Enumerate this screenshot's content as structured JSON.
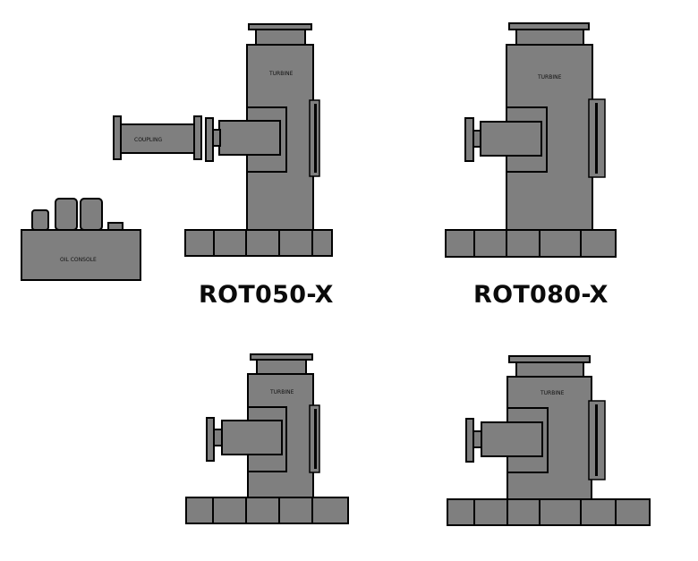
{
  "diagram": {
    "labels": {
      "turbine": "TURBINE",
      "coupling": "COUPLING",
      "oil_console": "OIL CONSOLE"
    },
    "models": [
      "ROT050-X",
      "ROT080-X"
    ]
  }
}
